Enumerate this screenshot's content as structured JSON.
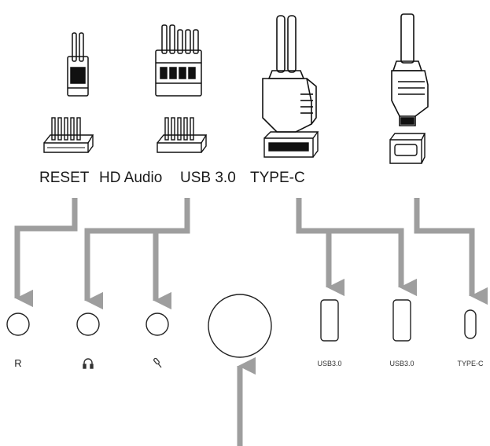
{
  "connectors": {
    "reset": "RESET",
    "hd_audio": "HD Audio",
    "usb30": "USB 3.0",
    "typec": "TYPE-C"
  },
  "ports": {
    "reset": "R",
    "usb_a_1": "USB3.0",
    "usb_a_2": "USB3.0",
    "typec": "TYPE-C"
  },
  "icons": {
    "headphone": "headphone-icon",
    "microphone": "microphone-icon"
  },
  "colors": {
    "arrow": "#9e9e9e",
    "line": "#111111"
  }
}
